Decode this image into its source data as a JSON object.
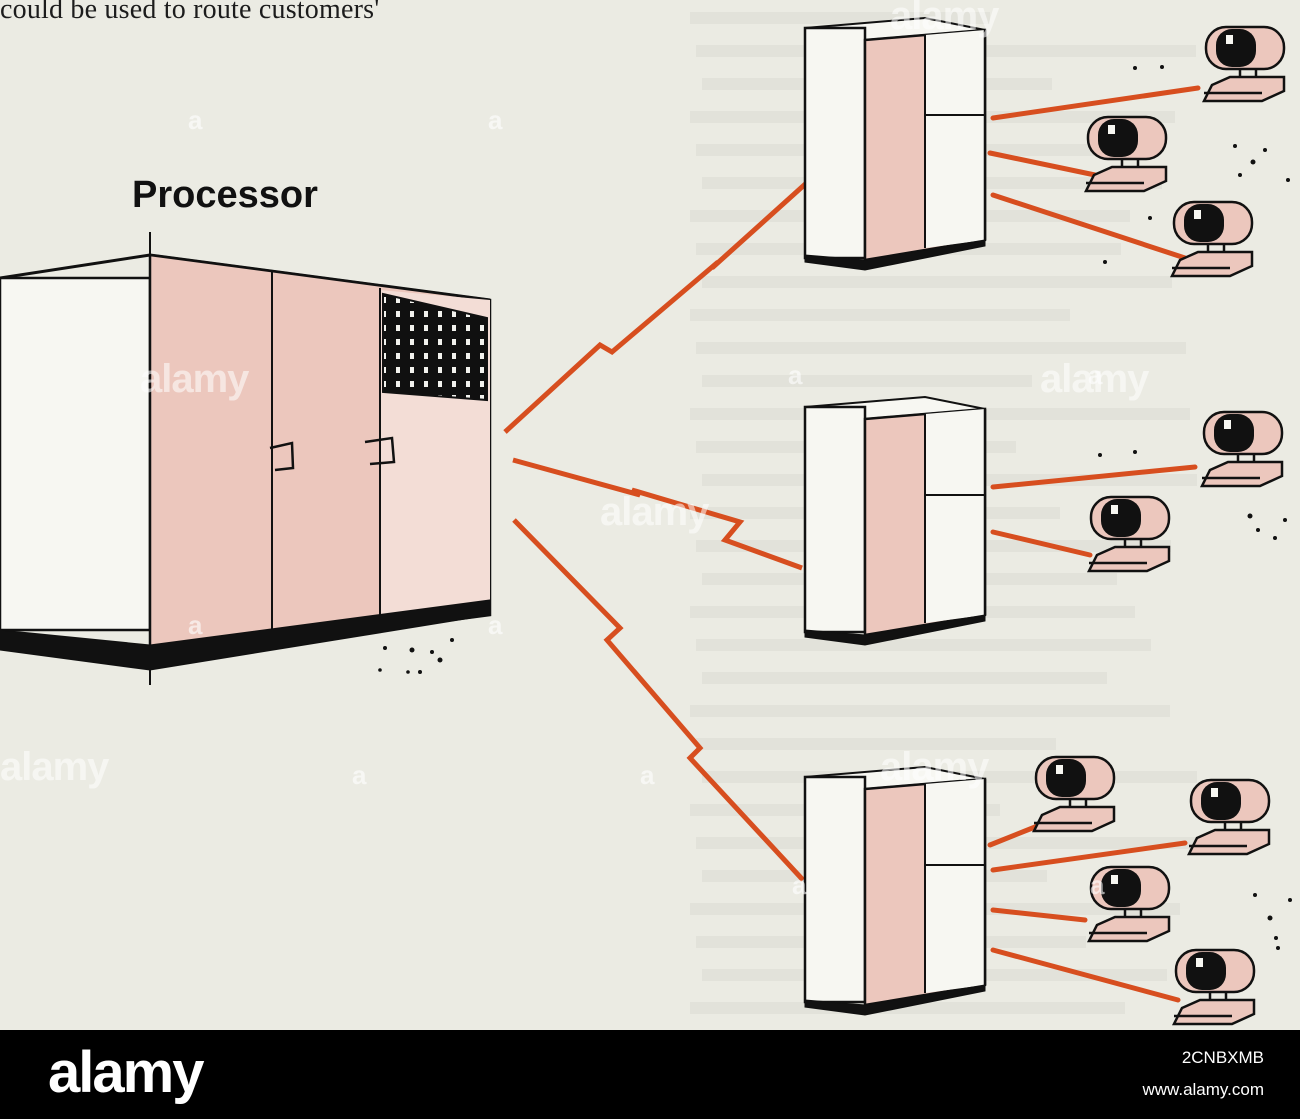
{
  "caption": "could be used to route customers'",
  "diagram": {
    "processor_label": "Processor",
    "colors": {
      "line": "#d74e1f",
      "cabinet_fill": "#f7f7f2",
      "cabinet_shade": "#ecc7bd",
      "ink": "#111111",
      "paper": "#ebebe3"
    }
  },
  "watermark": {
    "brand": "alamy",
    "letter": "a"
  },
  "footer": {
    "brand": "alamy",
    "image_id": "2CNBXMB",
    "url": "www.alamy.com"
  }
}
